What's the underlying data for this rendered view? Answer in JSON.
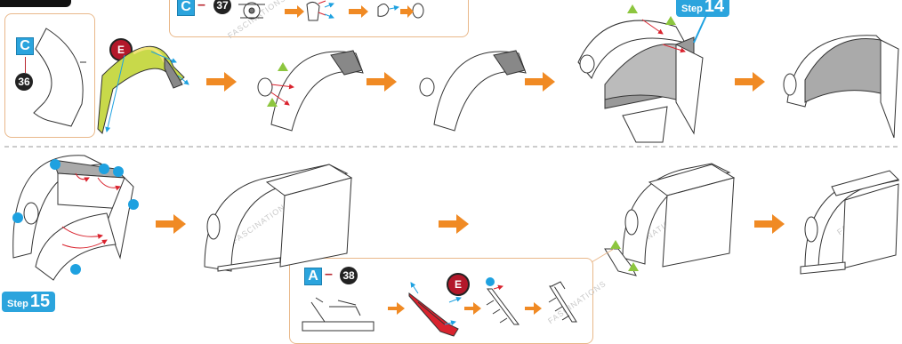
{
  "step14": {
    "word": "Step",
    "number": "14"
  },
  "step15": {
    "word": "Step",
    "number": "15"
  },
  "detail_top": {
    "letter": "C",
    "dash": "–",
    "num": "37"
  },
  "detail_left": {
    "letter": "C",
    "num": "36"
  },
  "detail_bottom": {
    "letter": "A",
    "dash": "–",
    "num": "38"
  },
  "glue_label": "E",
  "watermark": "FASCINATIONS",
  "colors": {
    "arrow": "#f08a24",
    "accent": "#2ba4dd",
    "glue": "#b3182a",
    "panel_border": "#e9b88a",
    "marker_green": "#8dc63f",
    "marker_blue": "#1ea1e0",
    "marker_red": "#d9232e"
  }
}
